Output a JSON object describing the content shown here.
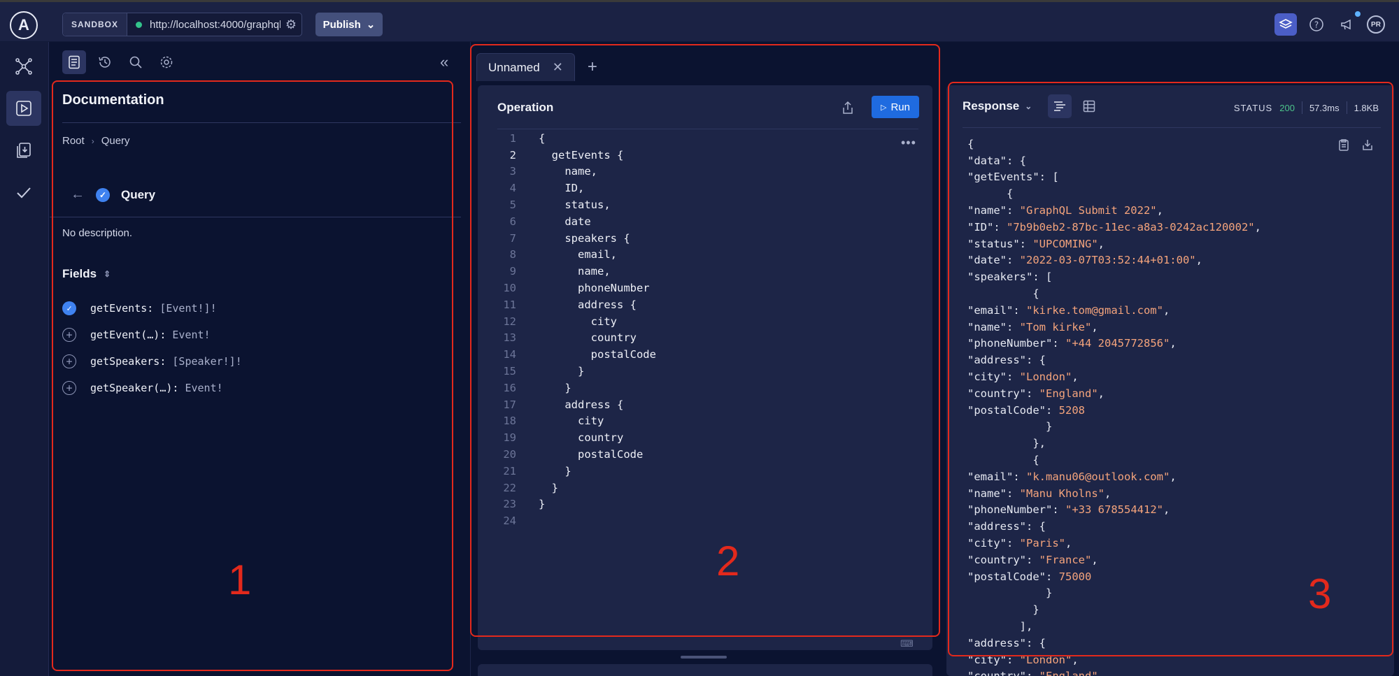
{
  "topbar": {
    "logo": "A",
    "sandbox_label": "SANDBOX",
    "endpoint_url": "http://localhost:4000/graphql",
    "publish_label": "Publish"
  },
  "user": {
    "initials": "PR"
  },
  "docs": {
    "title": "Documentation",
    "breadcrumb": {
      "root": "Root",
      "current": "Query"
    },
    "type_name": "Query",
    "description": "No description.",
    "fields_label": "Fields",
    "fields": [
      {
        "name": "getEvents:",
        "type": "[Event!]!",
        "selected": true
      },
      {
        "name": "getEvent(…):",
        "type": "Event!",
        "selected": false
      },
      {
        "name": "getSpeakers:",
        "type": "[Speaker!]!",
        "selected": false
      },
      {
        "name": "getSpeaker(…):",
        "type": "Event!",
        "selected": false
      }
    ]
  },
  "operation": {
    "tab_label": "Unnamed",
    "title": "Operation",
    "run_label": "Run",
    "current_line": 2,
    "lines": [
      "{",
      "  getEvents {",
      "    name,",
      "    ID,",
      "    status,",
      "    date",
      "    speakers {",
      "      email,",
      "      name,",
      "      phoneNumber",
      "      address {",
      "        city",
      "        country",
      "        postalCode",
      "      }",
      "    }",
      "    address {",
      "      city",
      "      country",
      "      postalCode",
      "    }",
      "  }",
      "}",
      ""
    ]
  },
  "response": {
    "title": "Response",
    "status_label": "STATUS",
    "status_code": "200",
    "time": "57.3ms",
    "size": "1.8KB",
    "lines": [
      "{",
      "  \"data\": {",
      "    \"getEvents\": [",
      "      {",
      "        \"name\": \"GraphQL Submit 2022\",",
      "        \"ID\": \"7b9b0eb2-87bc-11ec-a8a3-0242ac120002\",",
      "        \"status\": \"UPCOMING\",",
      "        \"date\": \"2022-03-07T03:52:44+01:00\",",
      "        \"speakers\": [",
      "          {",
      "            \"email\": \"kirke.tom@gmail.com\",",
      "            \"name\": \"Tom kirke\",",
      "            \"phoneNumber\": \"+44 2045772856\",",
      "            \"address\": {",
      "              \"city\": \"London\",",
      "              \"country\": \"England\",",
      "              \"postalCode\": 5208",
      "            }",
      "          },",
      "          {",
      "            \"email\": \"k.manu06@outlook.com\",",
      "            \"name\": \"Manu Kholns\",",
      "            \"phoneNumber\": \"+33 678554412\",",
      "            \"address\": {",
      "              \"city\": \"Paris\",",
      "              \"country\": \"France\",",
      "              \"postalCode\": 75000",
      "            }",
      "          }",
      "        ],",
      "        \"address\": {",
      "          \"city\": \"London\",",
      "          \"country\": \"England\","
    ]
  },
  "annotations": [
    "1",
    "2",
    "3"
  ],
  "colors": {
    "annotation": "#e3291c",
    "run_button": "#1f6be0",
    "status_ok": "#4cc38a",
    "json_string": "#f5a47c"
  },
  "icons": {
    "rail": [
      "graph-icon",
      "play-icon",
      "schema-download-icon",
      "checkmark-icon"
    ],
    "docs_toolbar": [
      "documentation-icon",
      "history-icon",
      "search-icon",
      "settings-icon"
    ]
  }
}
